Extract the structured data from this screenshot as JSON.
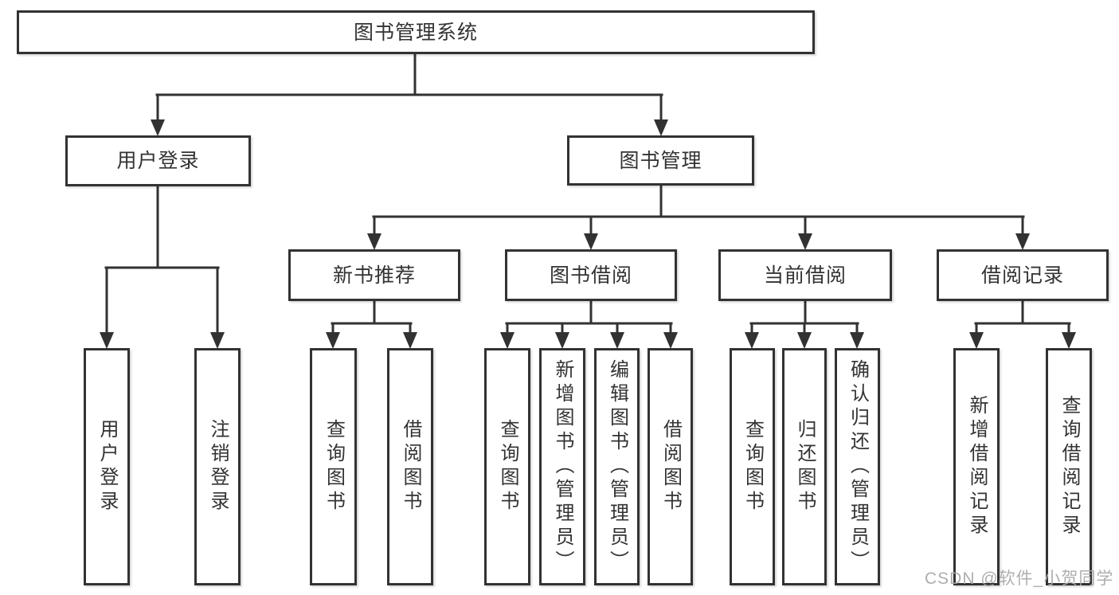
{
  "diagram": {
    "root": {
      "label": "图书管理系统"
    },
    "level2": {
      "user_login": "用户登录",
      "book_mgmt": "图书管理"
    },
    "level3": {
      "new_book_rec": "新书推荐",
      "book_borrow": "图书借阅",
      "current_borrow": "当前借阅",
      "borrow_records": "借阅记录"
    },
    "leaves": {
      "user_login": "用户登录",
      "logout": "注销登录",
      "rec_query_books": "查询图书",
      "rec_borrow_books": "借阅图书",
      "bb_query_books": "查询图书",
      "bb_add_books": "新增图书（管理员）",
      "bb_edit_books": "编辑图书（管理员）",
      "bb_borrow_books": "借阅图书",
      "cb_query_books": "查询图书",
      "cb_return_books": "归还图书",
      "cb_confirm_return": "确认归还（管理员）",
      "br_add_record": "新增借阅记录",
      "br_query_record": "查询借阅记录"
    }
  },
  "watermark": "CSDN @软件_小贺同学",
  "colors": {
    "line": "#323232",
    "box_border": "#323232",
    "text": "#333333",
    "watermark": "#a8a8a8",
    "background": "#ffffff"
  }
}
